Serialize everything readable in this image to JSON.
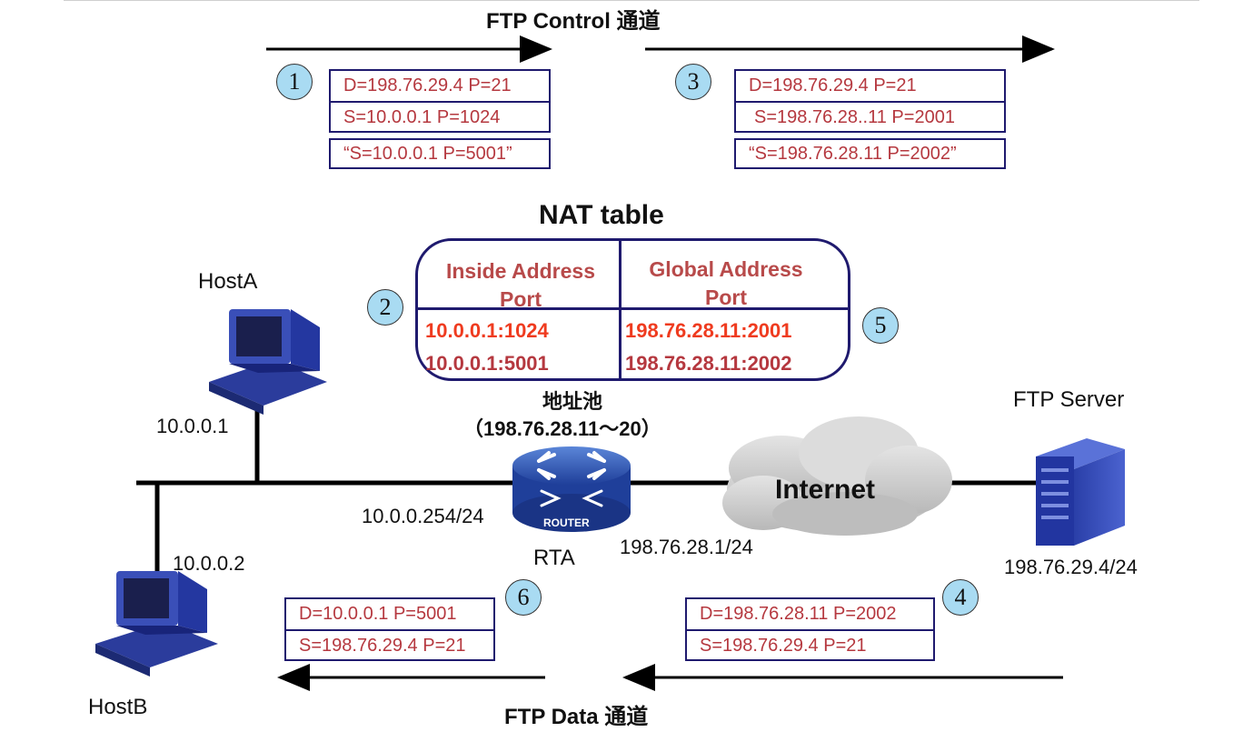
{
  "channels": {
    "control_label": "FTP Control 通道",
    "data_label": "FTP Data 通道"
  },
  "steps": {
    "s1": "1",
    "s2": "2",
    "s3": "3",
    "s4": "4",
    "s5": "5",
    "s6": "6"
  },
  "packet1": {
    "dest": "D=198.76.29.4 P=21",
    "src": "S=10.0.0.1 P=1024",
    "payload": "“S=10.0.0.1 P=5001”"
  },
  "packet3": {
    "dest": "D=198.76.29.4 P=21",
    "src": "S=198.76.28..11 P=2001",
    "payload": "“S=198.76.28.11 P=2002”"
  },
  "packet6": {
    "dest": "D=10.0.0.1 P=5001",
    "src": "S=198.76.29.4 P=21"
  },
  "packet4": {
    "dest": "D=198.76.28.11 P=2002",
    "src": "S=198.76.29.4 P=21"
  },
  "nat_table": {
    "title": "NAT table",
    "col_inside_line1": "Inside Address",
    "col_inside_line2": "Port",
    "col_global_line1": "Global Address",
    "col_global_line2": "Port",
    "rows": [
      {
        "inside": "10.0.0.1:1024",
        "global": "198.76.28.11:2001"
      },
      {
        "inside": "10.0.0.1:5001",
        "global": "198.76.28.11:2002"
      }
    ]
  },
  "pool": {
    "label": "地址池",
    "range": "（198.76.28.11～20）"
  },
  "devices": {
    "hosta_name": "HostA",
    "hosta_ip": "10.0.0.1",
    "hostb_name": "HostB",
    "hostb_ip": "10.0.0.2",
    "router_name": "RTA",
    "router_badge": "ROUTER",
    "router_inside_ip": "10.0.0.254/24",
    "router_outside_ip": "198.76.28.1/24",
    "internet_label": "Internet",
    "server_name": "FTP Server",
    "server_ip": "198.76.29.4/24"
  },
  "colors": {
    "box_border": "#1f1a6e",
    "packet_text": "#b5383f",
    "nat_header": "#b84a4a",
    "nat_row_active": "#ef3b1f",
    "nat_row_normal": "#b5383f",
    "step_circle": "#a9dbf2"
  }
}
